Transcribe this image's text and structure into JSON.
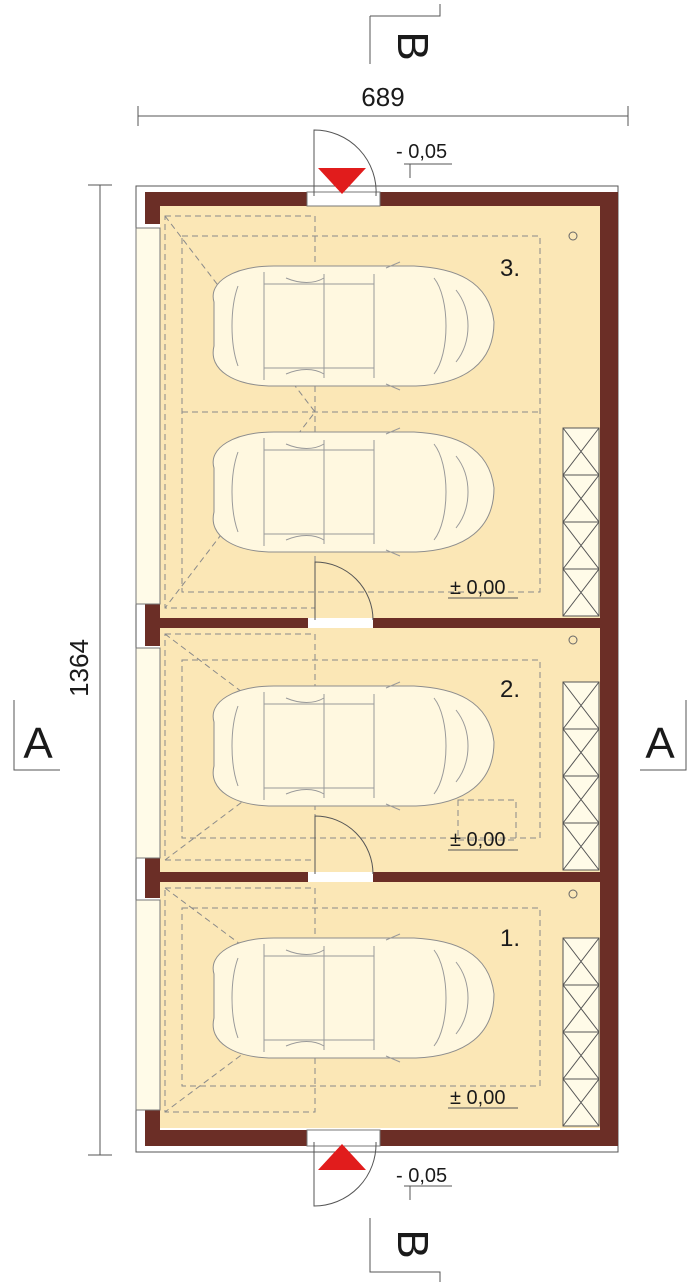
{
  "plan": {
    "overall_width": "689",
    "overall_length": "1364",
    "section_a": "A",
    "section_b": "B",
    "level_entrance": "- 0,05",
    "level_floor": "± 0,00",
    "bays": [
      {
        "label": "3.",
        "level": "± 0,00",
        "cars": 2
      },
      {
        "label": "2.",
        "level": "± 0,00",
        "cars": 1
      },
      {
        "label": "1.",
        "level": "± 0,00",
        "cars": 1
      }
    ],
    "colors": {
      "wall": "#6b2e26",
      "floor": "#fbe7b6",
      "door_marker": "#e11c1c",
      "car": "#fff8e0"
    },
    "icons": [
      "car-icon",
      "door-arrow-icon",
      "section-marker-icon",
      "light-fixture-icon",
      "storage-shelf-icon"
    ]
  }
}
